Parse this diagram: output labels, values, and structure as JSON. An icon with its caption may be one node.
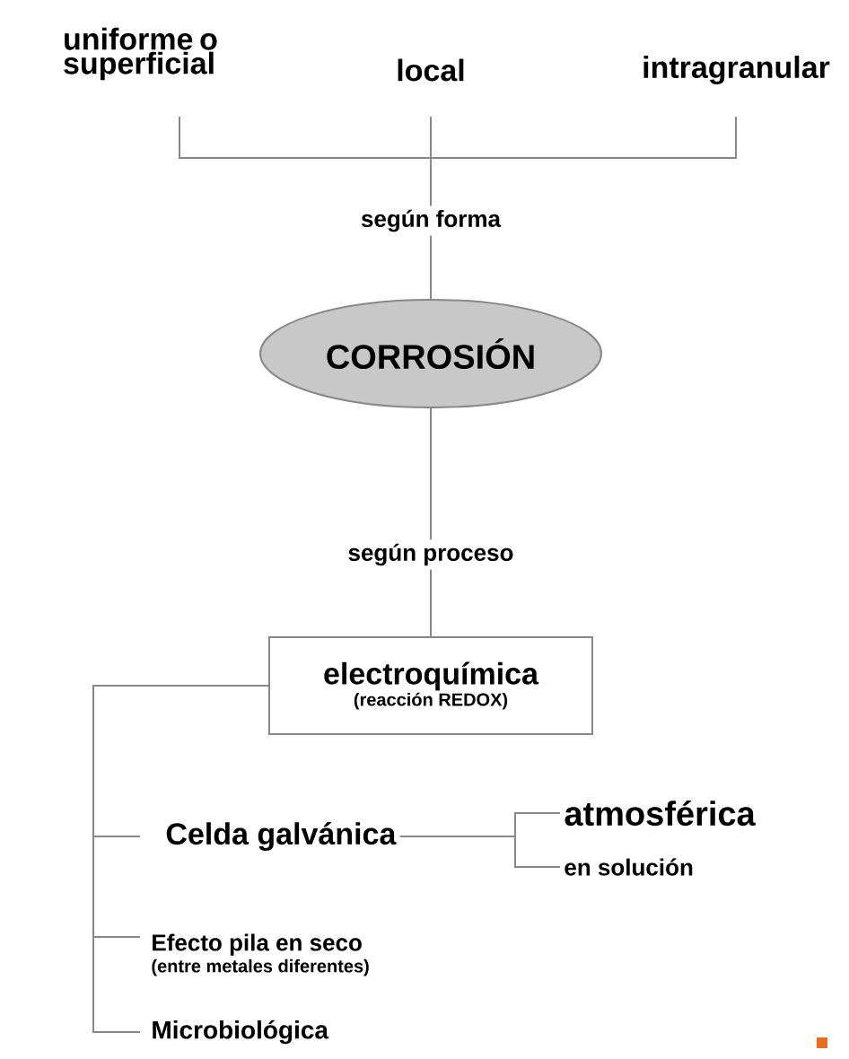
{
  "diagram": {
    "nodes": [
      {
        "text": [
          "uniforme o superficial"
        ]
      },
      {
        "text": [
          "local"
        ]
      },
      {
        "text": [
          "intragranular"
        ]
      },
      {
        "text": [
          "según forma"
        ]
      },
      {
        "text": [
          "CORROSIÓN"
        ]
      },
      {
        "text": [
          "según proceso"
        ]
      },
      {
        "text": [
          "electroquímica",
          "(reacción REDOX)"
        ]
      },
      {
        "text": [
          "Celda galvánica"
        ]
      },
      {
        "text": [
          "atmosférica"
        ]
      },
      {
        "text": [
          "en solución"
        ]
      },
      {
        "text": [
          "Efecto pila en seco",
          "(entre metales diferentes)"
        ]
      },
      {
        "text": [
          "Microbiológica"
        ]
      }
    ],
    "edges": [
      {
        "from": 3,
        "to": 0,
        "arrow": "none"
      },
      {
        "from": 3,
        "to": 1,
        "arrow": "none"
      },
      {
        "from": 3,
        "to": 2,
        "arrow": "none"
      },
      {
        "from": 4,
        "to": 3,
        "arrow": "none"
      },
      {
        "from": 4,
        "to": 5,
        "arrow": "none"
      },
      {
        "from": 5,
        "to": 6,
        "arrow": "none"
      },
      {
        "from": 6,
        "to": 7,
        "arrow": "none"
      },
      {
        "from": 6,
        "to": 10,
        "arrow": "none"
      },
      {
        "from": 6,
        "to": 11,
        "arrow": "none"
      },
      {
        "from": 7,
        "to": 8,
        "arrow": "none"
      },
      {
        "from": 7,
        "to": 9,
        "arrow": "none"
      }
    ]
  }
}
